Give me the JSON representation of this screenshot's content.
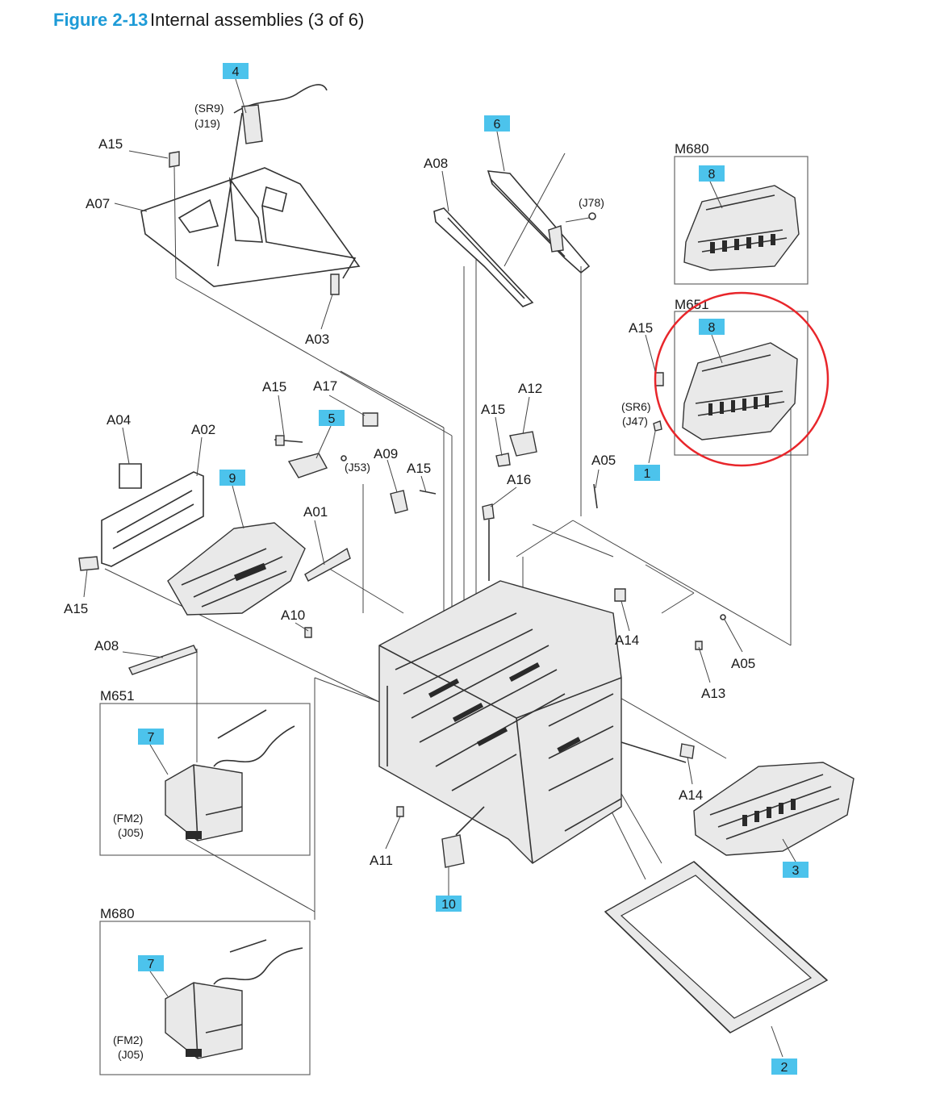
{
  "header": {
    "figure_label": "Figure 2-13",
    "title": "Internal assemblies (3 of 6)",
    "accent_color": "#1e9bd7"
  },
  "highlight_color": "#e8262b",
  "callout_color": "#4cc3ec",
  "models": [
    "M680",
    "M651"
  ],
  "callouts": [
    "1",
    "2",
    "3",
    "4",
    "5",
    "6",
    "7",
    "8",
    "9",
    "10"
  ],
  "labels": {
    "A01": "A01",
    "A02": "A02",
    "A03": "A03",
    "A04": "A04",
    "A05": "A05",
    "A07": "A07",
    "A08": "A08",
    "A09": "A09",
    "A10": "A10",
    "A11": "A11",
    "A12": "A12",
    "A13": "A13",
    "A14": "A14",
    "A15": "A15",
    "A16": "A16",
    "A17": "A17"
  },
  "connectors": {
    "SR9": "(SR9)",
    "J19": "(J19)",
    "J78": "(J78)",
    "SR6": "(SR6)",
    "J47": "(J47)",
    "J53": "(J53)",
    "FM2": "(FM2)",
    "J05": "(J05)"
  }
}
